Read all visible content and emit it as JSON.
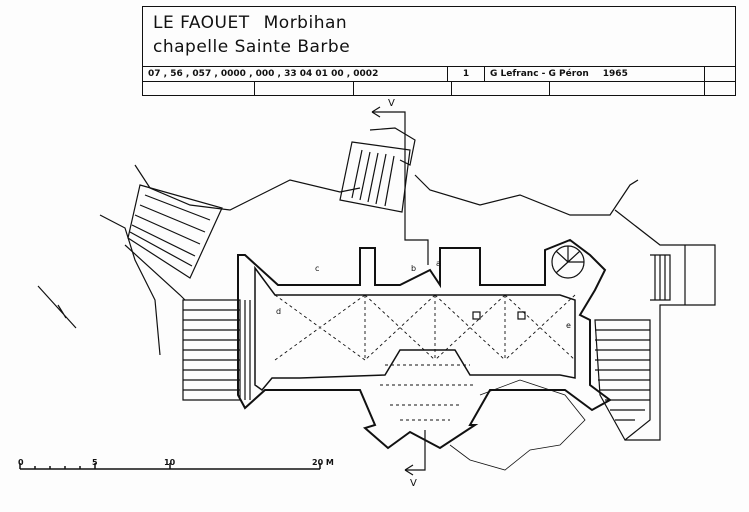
{
  "title_block": {
    "place": "LE FAOUET",
    "department": "Morbihan",
    "subject": "chapelle Sainte Barbe",
    "reference": "07 , 56 , 057 , 0000 , 000 , 33 04 01 00 , 0002",
    "sheet": "1",
    "authors": "G Lefranc - G Péron",
    "year": "1965"
  },
  "section_markers": {
    "top": "V",
    "bottom": "V"
  },
  "plan_labels": {
    "a": "a",
    "b": "b",
    "c": "c",
    "d": "d",
    "e": "e"
  },
  "scale_bar": {
    "ticks": [
      "0",
      "5",
      "10",
      "20 M"
    ]
  }
}
